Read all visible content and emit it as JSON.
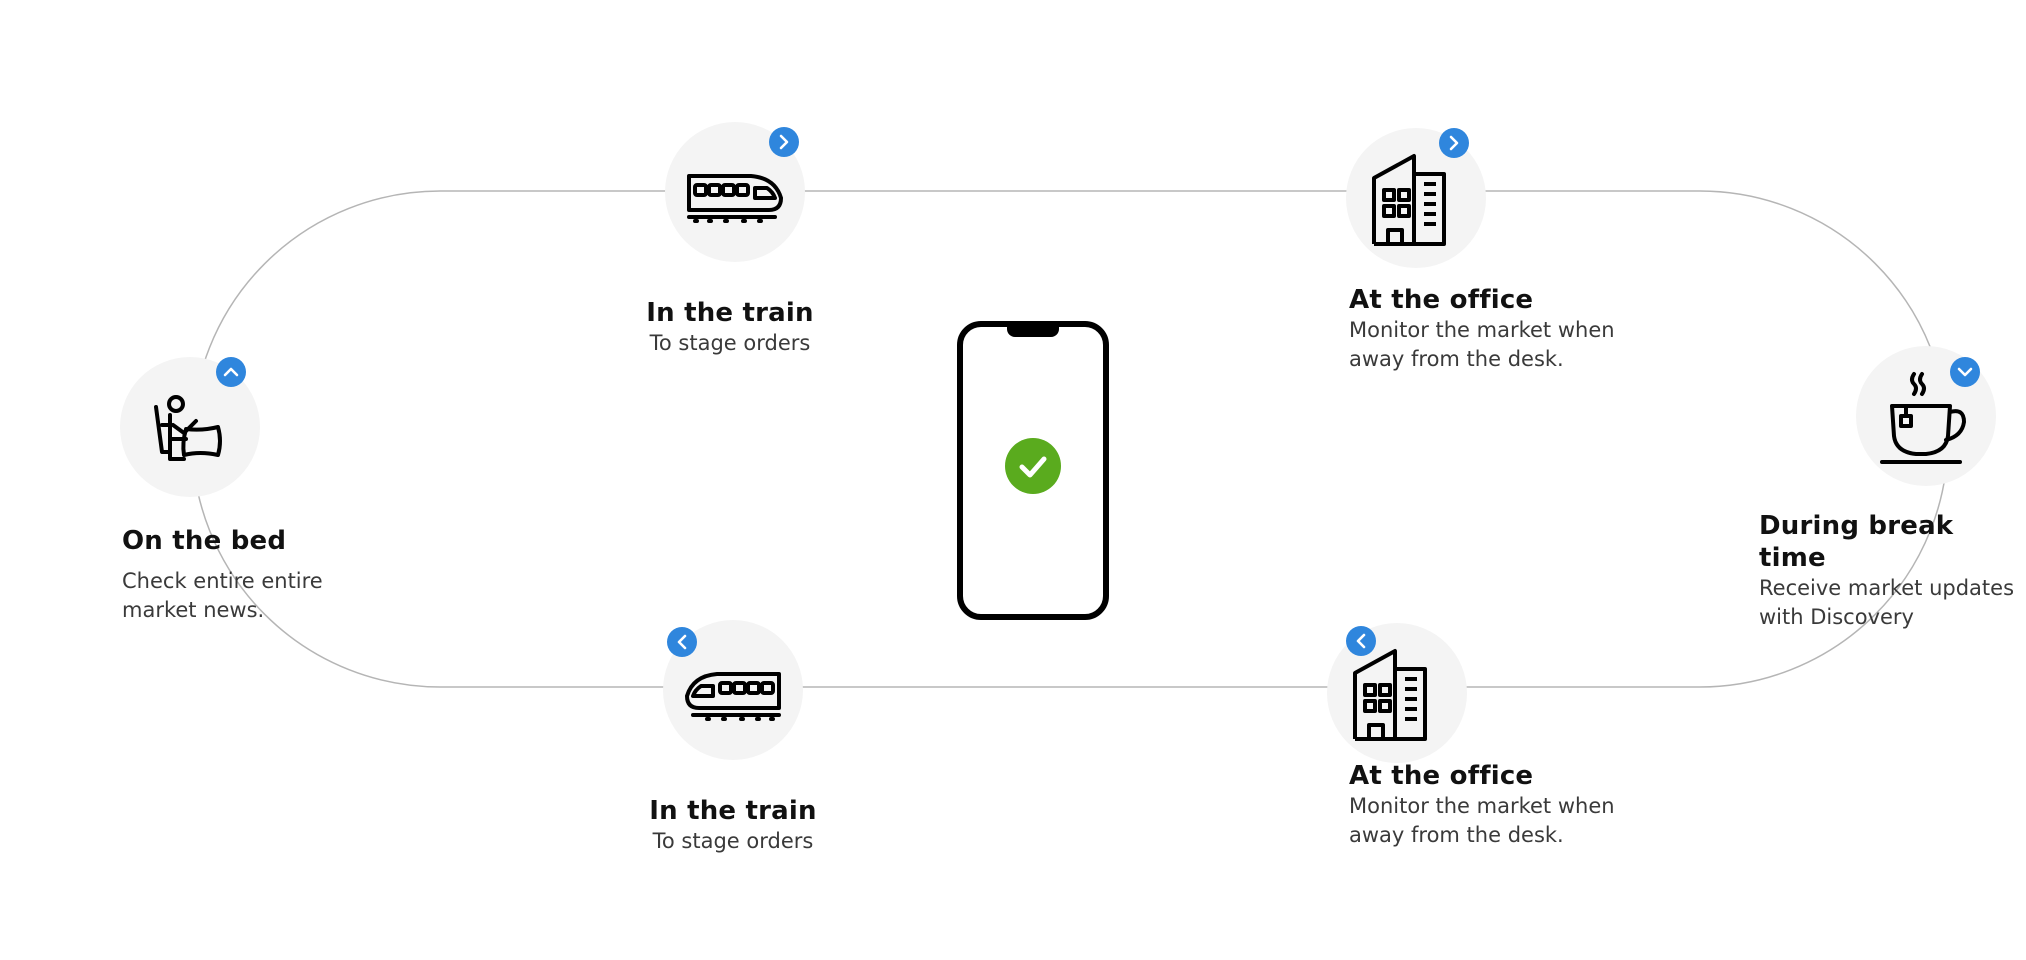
{
  "stations": {
    "bed": {
      "title": "On the bed",
      "desc_line1": "Check entire entire",
      "desc_line2": "market news.",
      "icon": "bed-reading-icon",
      "badge": "chevron-up-icon"
    },
    "train_top": {
      "title": "In the train",
      "desc_line1": "To stage orders",
      "icon": "train-icon",
      "badge": "chevron-right-icon"
    },
    "office_top": {
      "title": "At the office",
      "desc_line1": "Monitor the market when",
      "desc_line2": "away from the desk.",
      "icon": "office-building-icon",
      "badge": "chevron-right-icon"
    },
    "break": {
      "title": "During break time",
      "desc_line1": "Receive market updates",
      "desc_line2": "with Discovery",
      "icon": "coffee-cup-icon",
      "badge": "chevron-down-icon"
    },
    "office_bottom": {
      "title": "At the office",
      "desc_line1": "Monitor the market when",
      "desc_line2": "away from the desk.",
      "icon": "office-building-icon",
      "badge": "chevron-left-icon"
    },
    "train_bottom": {
      "title": "In the train",
      "desc_line1": "To stage orders",
      "icon": "train-icon",
      "badge": "chevron-left-icon"
    }
  },
  "phone": {
    "icon": "smartphone-icon",
    "status_icon": "check-circle-icon"
  },
  "colors": {
    "badge": "#2f86dd",
    "check": "#5aab1e",
    "circle": "#f4f4f4",
    "loop": "#b5b5b5"
  }
}
